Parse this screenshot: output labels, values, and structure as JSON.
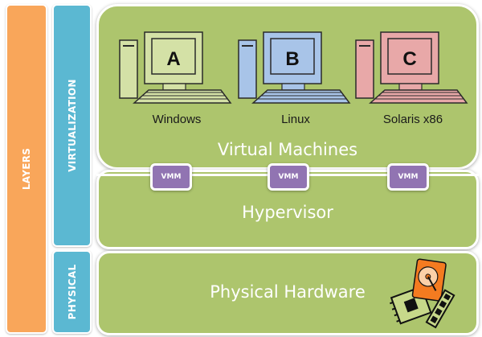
{
  "side_labels": {
    "layers": "LAYERS",
    "virtualization": "VIRTUALIZATION",
    "physical": "PHYSICAL"
  },
  "panels": {
    "virtual_machines": "Virtual Machines",
    "hypervisor": "Hypervisor",
    "physical_hardware": "Physical Hardware"
  },
  "machines": [
    {
      "letter": "A",
      "os": "Windows",
      "color": "#d4e1a6"
    },
    {
      "letter": "B",
      "os": "Linux",
      "color": "#a8c4e8"
    },
    {
      "letter": "C",
      "os": "Solaris x86",
      "color": "#e8a8a8"
    }
  ],
  "vmm": [
    "VMM",
    "VMM",
    "VMM"
  ],
  "colors": {
    "layers": "#f9a65a",
    "virtualization": "#5bb8d2",
    "panel": "#adc56d",
    "vmm": "#9174b2",
    "hardware_accent": "#f47b20"
  }
}
